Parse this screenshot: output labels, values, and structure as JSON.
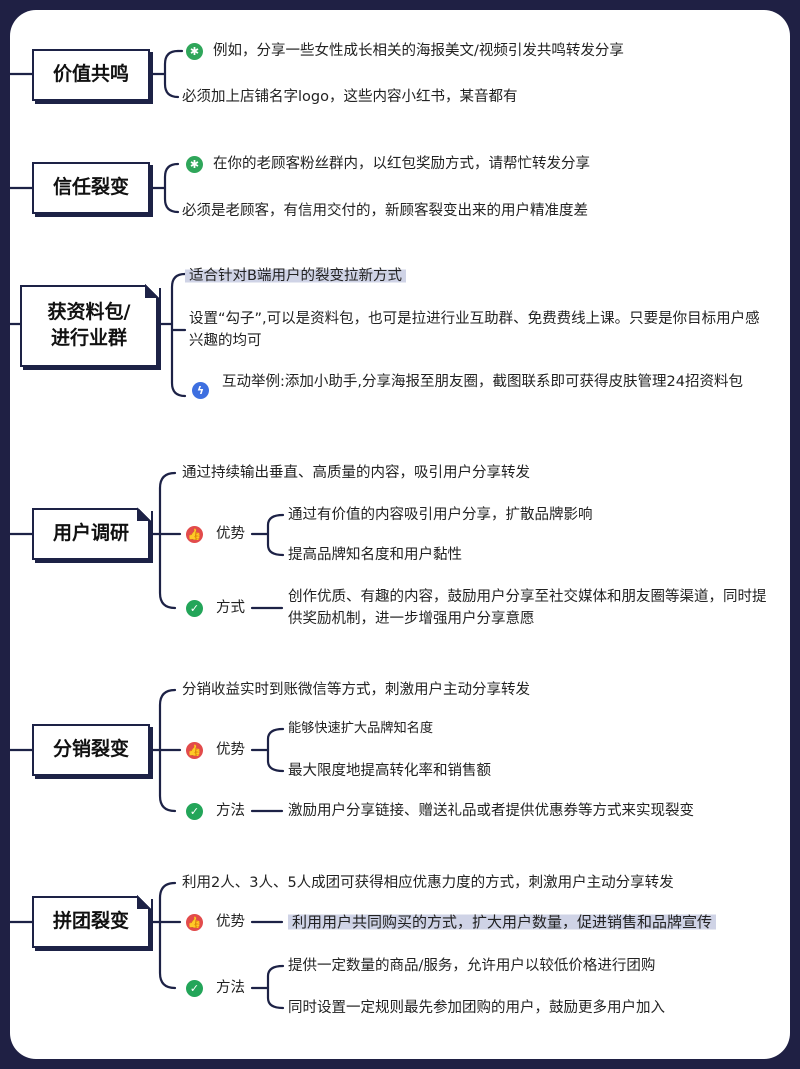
{
  "colors": {
    "background": "#1f2044",
    "line": "#1d2246",
    "highlight": "#cfd3e6"
  },
  "sections": [
    {
      "title": "价值共鸣",
      "lines": [
        {
          "icon": "runner-icon",
          "text": "例如，分享一些女性成长相关的海报美文/视频引发共鸣转发分享"
        },
        {
          "icon": "",
          "text": "必须加上店铺名字logo，这些内容小红书，某音都有"
        }
      ]
    },
    {
      "title": "信任裂变",
      "lines": [
        {
          "icon": "runner-icon",
          "text": "在你的老顾客粉丝群内，以红包奖励方式，请帮忙转发分享"
        },
        {
          "icon": "",
          "text": "必须是老顾客，有信用交付的，新顾客裂变出来的用户精准度差"
        }
      ]
    },
    {
      "title_line1": "获资料包/",
      "title_line2": "进行业群",
      "lines": [
        {
          "icon": "",
          "text": "适合针对B端用户的裂变拉新方式"
        },
        {
          "icon": "",
          "text": "设置“勾子”,可以是资料包，也可是拉进行业互助群、免费费线上课。只要是你目标用户感兴趣的均可"
        },
        {
          "icon": "lightning-icon",
          "text": "互动举例:添加小助手,分享海报至朋友圈，截图联系即可获得皮肤管理24招资料包"
        }
      ]
    },
    {
      "title": "用户调研",
      "intro": "通过持续输出垂直、高质量的内容，吸引用户分享转发",
      "adv_label": "优势",
      "adv_items": [
        "通过有价值的内容吸引用户分享，扩散品牌影响",
        "提高品牌知名度和用户黏性"
      ],
      "method_label": "方式",
      "method_text": "创作优质、有趣的内容，鼓励用户分享至社交媒体和朋友圈等渠道，同时提供奖励机制，进一步增强用户分享意愿"
    },
    {
      "title": "分销裂变",
      "intro": "分销收益实时到账微信等方式，刺激用户主动分享转发",
      "adv_label": "优势",
      "adv_items": [
        "能够快速扩大品牌知名度",
        "最大限度地提高转化率和销售额"
      ],
      "method_label": "方法",
      "method_text": "激励用户分享链接、赠送礼品或者提供优惠券等方式来实现裂变"
    },
    {
      "title": "拼团裂变",
      "intro": "利用2人、3人、5人成团可获得相应优惠力度的方式，刺激用户主动分享转发",
      "adv_label": "优势",
      "adv_text": "利用用户共同购买的方式，扩大用户数量，促进销售和品牌宣传",
      "method_label": "方法",
      "method_items": [
        "提供一定数量的商品/服务，允许用户以较低价格进行团购",
        "同时设置一定规则最先参加团购的用户，鼓励更多用户加入"
      ]
    }
  ]
}
